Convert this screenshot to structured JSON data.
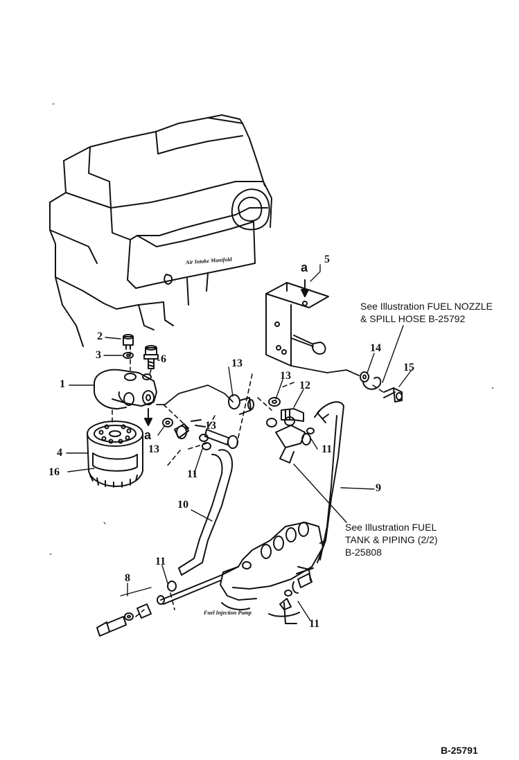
{
  "callouts": {
    "n1": "1",
    "n2": "2",
    "n3": "3",
    "n4": "4",
    "n5": "5",
    "n6": "6",
    "n8": "8",
    "n9": "9",
    "n10": "10",
    "n11a": "11",
    "n11b": "11",
    "n11c": "11",
    "n11d": "11",
    "n12": "12",
    "n13a": "13",
    "n13b": "13",
    "n13c": "13",
    "n13d": "13",
    "n14": "14",
    "n15": "15",
    "n16": "16",
    "a1": "a",
    "a2": "a"
  },
  "part_labels": {
    "manifold": "Air Intake Manifold",
    "pump": "Fuel Injection Pump"
  },
  "references": {
    "nozzle_line1": "See Illustration FUEL NOZZLE",
    "nozzle_line2": "& SPILL HOSE B-25792",
    "tank_line1": "See Illustration FUEL",
    "tank_line2": "TANK & PIPING (2/2)",
    "tank_line3": "B-25808"
  },
  "document_id": "B-25791"
}
